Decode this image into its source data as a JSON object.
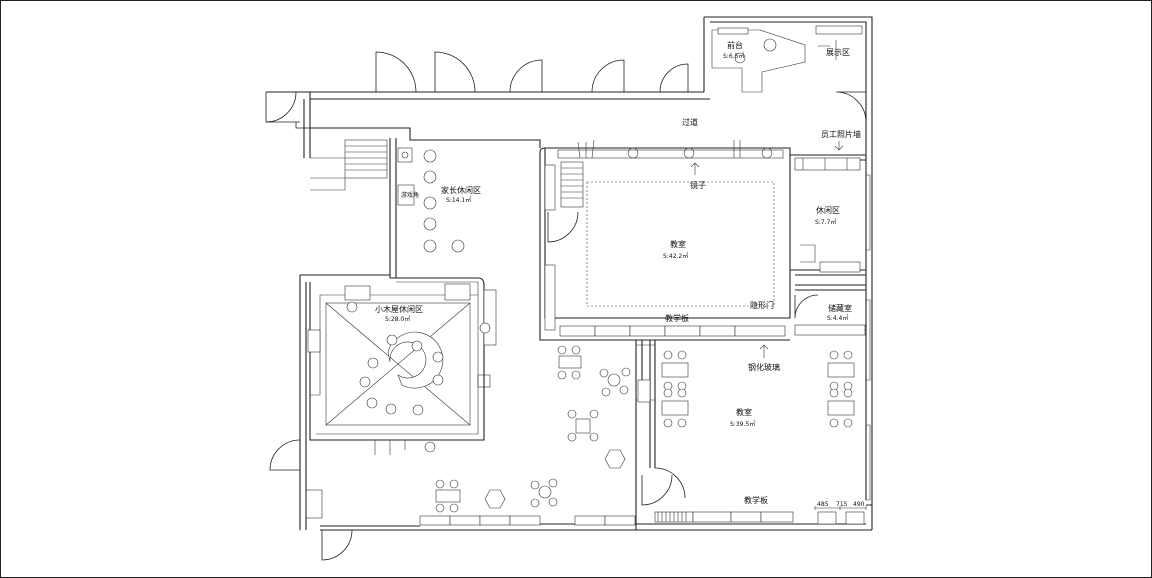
{
  "rooms": {
    "front_desk": {
      "name": "前台",
      "area": "S:6.5㎡"
    },
    "display": {
      "name": "展示区"
    },
    "corridor": {
      "name": "过道"
    },
    "photo_wall": {
      "name": "员工照片墙"
    },
    "parent_lounge": {
      "name": "家长休闲区",
      "area": "S:14.1㎡"
    },
    "mirror": {
      "name": "镜子"
    },
    "classroom_1": {
      "name": "教室",
      "area": "S:42.2㎡"
    },
    "lounge": {
      "name": "休闲区",
      "area": "S:7.7㎡"
    },
    "hidden_door": {
      "name": "隐形门"
    },
    "storage": {
      "name": "储藏室",
      "area": "S:4.4㎡"
    },
    "cabin_lounge": {
      "name": "小木屋休闲区",
      "area": "S:28.0㎡"
    },
    "board_1": {
      "name": "教学板"
    },
    "glass": {
      "name": "钢化玻璃"
    },
    "classroom_2": {
      "name": "教室",
      "area": "S:39.5㎡"
    },
    "board_2": {
      "name": "教学板"
    },
    "small_sign": {
      "name": "游戏角"
    }
  },
  "dimensions": [
    "485",
    "715",
    "490"
  ]
}
